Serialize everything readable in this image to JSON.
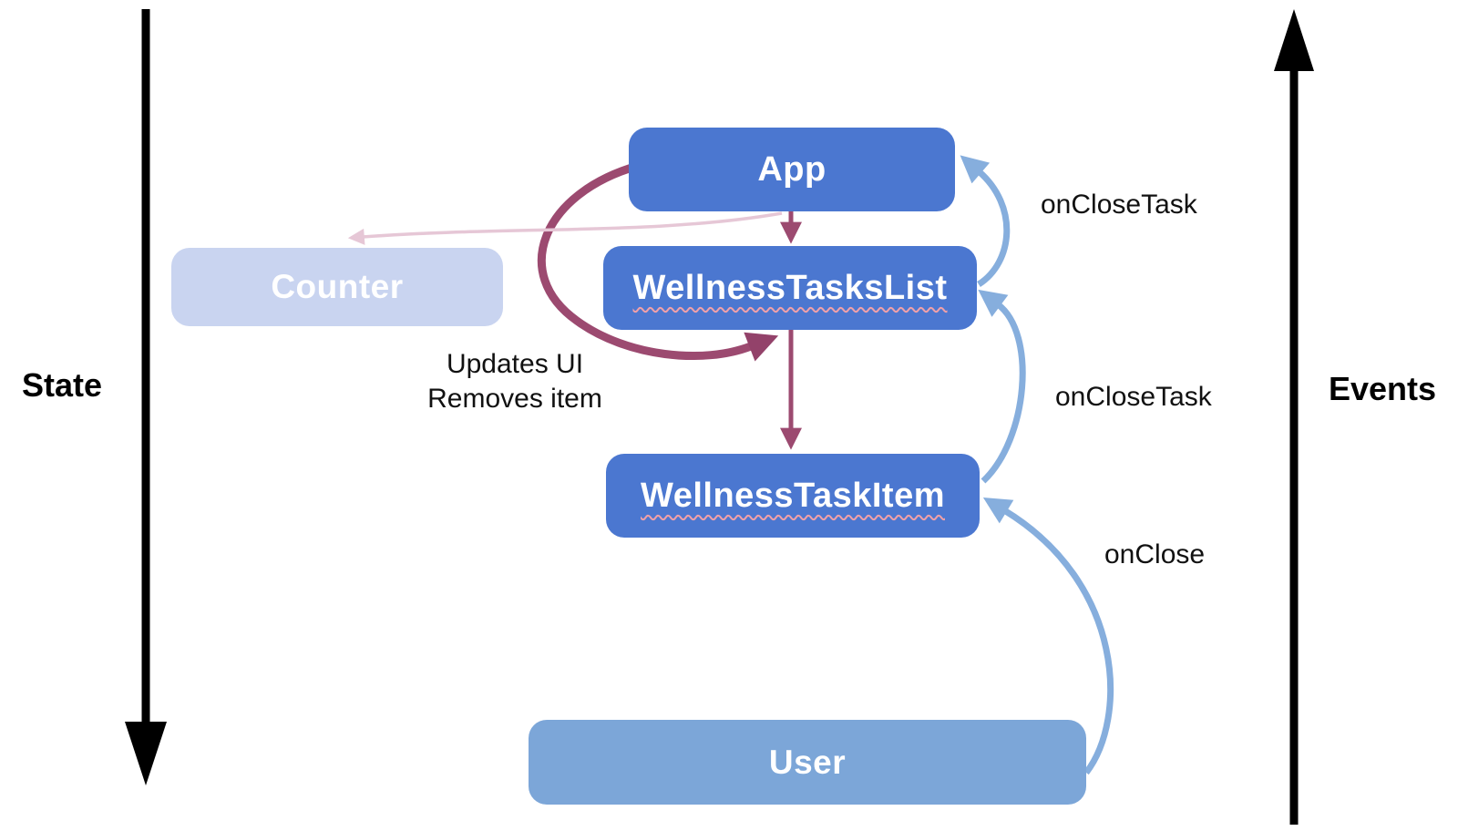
{
  "diagram": {
    "axes": {
      "state_label": "State",
      "events_label": "Events"
    },
    "nodes": {
      "app": {
        "label": "App",
        "color": "#4b77d0"
      },
      "wellness_tasks_list": {
        "label": "WellnessTasksList",
        "color": "#4b77d0"
      },
      "wellness_task_item": {
        "label": "WellnessTaskItem",
        "color": "#4b77d0"
      },
      "counter": {
        "label": "Counter",
        "color": "#c9d4f0"
      },
      "user": {
        "label": "User",
        "color": "#7ca6d8"
      }
    },
    "edge_labels": {
      "on_close_task_top": "onCloseTask",
      "on_close_task_middle": "onCloseTask",
      "on_close": "onClose",
      "updates_note_line1": "Updates UI",
      "updates_note_line2": "Removes item"
    },
    "colors": {
      "state_flow_arrow": "#9c4a70",
      "state_flow_arrow_faded": "#e6c7d6",
      "event_flow_arrow": "#86aedd",
      "axis_arrow": "#000000",
      "node_text": "#ffffff",
      "label_text": "#111111",
      "squiggle_underline": "#f0a0a8"
    }
  }
}
